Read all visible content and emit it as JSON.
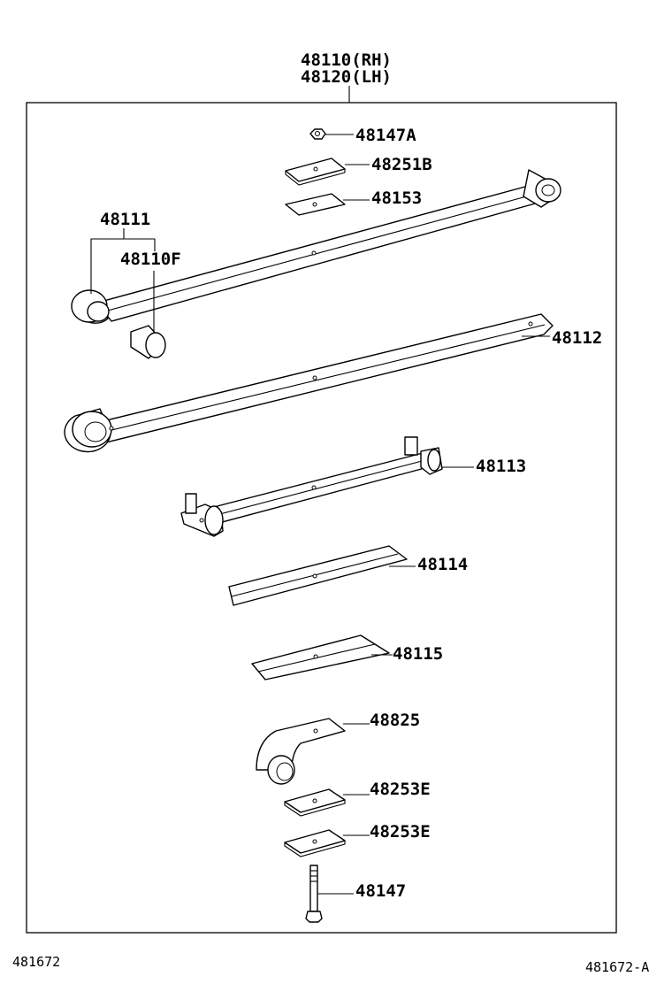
{
  "header": {
    "assembly_rh": "48110(RH)",
    "assembly_lh": "48120(LH)"
  },
  "parts": {
    "nut": "48147A",
    "upper_seat": "48251B",
    "upper_pad": "48153",
    "main_leaf": "48111",
    "bushing": "48110F",
    "second_leaf": "48112",
    "third_leaf": "48113",
    "fourth_leaf": "48114",
    "fifth_leaf": "48115",
    "shackle": "48825",
    "lower_pad_1": "48253E",
    "lower_pad_2": "48253E",
    "center_bolt": "48147"
  },
  "footer": {
    "ref_left": "481672",
    "ref_right": "481672-A"
  }
}
